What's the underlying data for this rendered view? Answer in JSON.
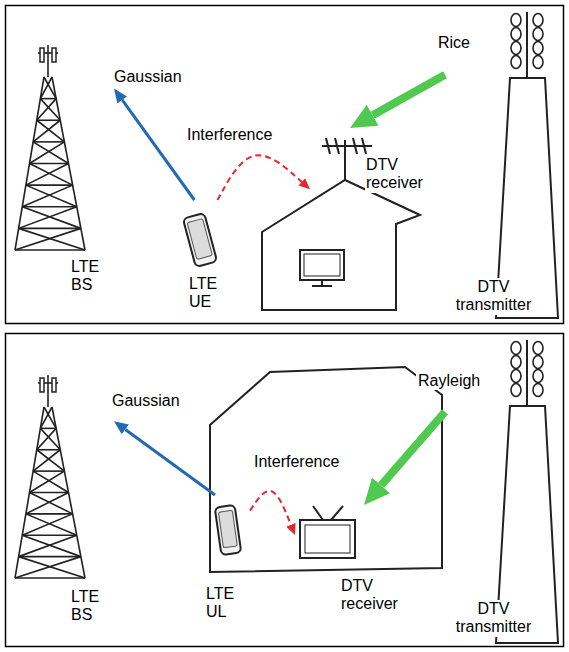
{
  "diagram": {
    "nodes": [
      {
        "text": [
          "LTE BS"
        ]
      },
      {
        "text": [
          "LTE UE"
        ]
      },
      {
        "text": [
          "DTV receiver"
        ]
      },
      {
        "text": [
          "DTV transmitter"
        ]
      },
      {
        "text": [
          "LTE BS"
        ]
      },
      {
        "text": [
          "LTE UL"
        ]
      },
      {
        "text": [
          "DTV receiver"
        ]
      },
      {
        "text": [
          "DTV transmitter"
        ]
      }
    ],
    "edges": [
      {
        "from": 1,
        "to": 0,
        "label": "Gaussian",
        "arrow": "to"
      },
      {
        "from": 3,
        "to": 2,
        "label": "Rice",
        "arrow": "to"
      },
      {
        "from": 1,
        "to": 2,
        "label": "Interference",
        "arrow": "to"
      },
      {
        "from": 5,
        "to": 4,
        "label": "Gaussian",
        "arrow": "to"
      },
      {
        "from": 7,
        "to": 6,
        "label": "Rayleigh",
        "arrow": "to"
      },
      {
        "from": 5,
        "to": 6,
        "label": "Interference",
        "arrow": "to"
      }
    ]
  }
}
